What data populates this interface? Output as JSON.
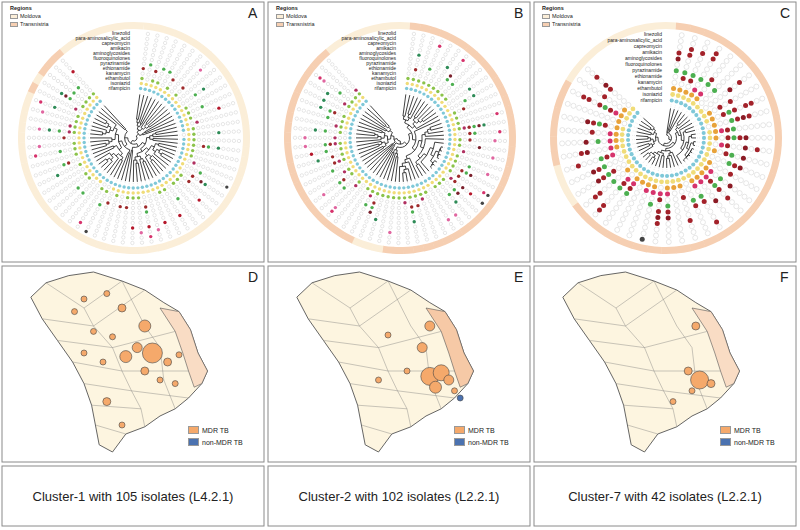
{
  "diagram": {
    "labels": [
      "A",
      "Regions",
      "linezolid",
      "para-aminosalicylic_acid",
      "capreomycin",
      "amikacin",
      "aminoglycosides",
      "fluoroquinolones",
      "pyrazinamide",
      "ethionamide",
      "kanamycin",
      "ethambutol",
      "isoniazid",
      "rifampicin",
      "B",
      "Regions",
      "linezolid",
      "para-aminosalicylic_acid",
      "capreomycin",
      "amikacin",
      "aminoglycosides",
      "fluoroquinolones",
      "pyrazinamide",
      "ethionamide",
      "kanamycin",
      "ethambutol",
      "isoniazid",
      "rifampicin",
      "C",
      "Regions",
      "linezolid",
      "para-aminosalicylic_acid",
      "capreomycin",
      "amikacin",
      "aminoglycosides",
      "fluoroquinolones",
      "pyrazinamide",
      "ethionamide",
      "kanamycin",
      "ethambutol",
      "isoniazid",
      "rifampicin",
      "D",
      "E",
      "F",
      "Cluster-1 with 105 isolates (L4.2.1)",
      "Cluster-2 with 102 isolates (L2.2.1)",
      "Cluster-7 with 42 isolates (L2.2.1)"
    ],
    "legend": [
      {
        "text": "Moldova",
        "color": "#fbeed8"
      },
      {
        "text": "Transnistria",
        "color": "#f6cfb2"
      },
      {
        "text": "Moldova",
        "color": "#fbeed8"
      },
      {
        "text": "Transnistria",
        "color": "#f6cfb2"
      },
      {
        "text": "Moldova",
        "color": "#fbeed8"
      },
      {
        "text": "Transnistria",
        "color": "#f6cfb2"
      },
      {
        "text": "MDR TB",
        "color": "#f5a96b"
      },
      {
        "text": "non-MDR TB",
        "color": "#4b72b0"
      },
      {
        "text": "MDR TB",
        "color": "#f5a96b"
      },
      {
        "text": "non-MDR TB",
        "color": "#4b72b0"
      },
      {
        "text": "MDR TB",
        "color": "#f5a96b"
      },
      {
        "text": "non-MDR TB",
        "color": "#4b72b0"
      }
    ]
  }
}
